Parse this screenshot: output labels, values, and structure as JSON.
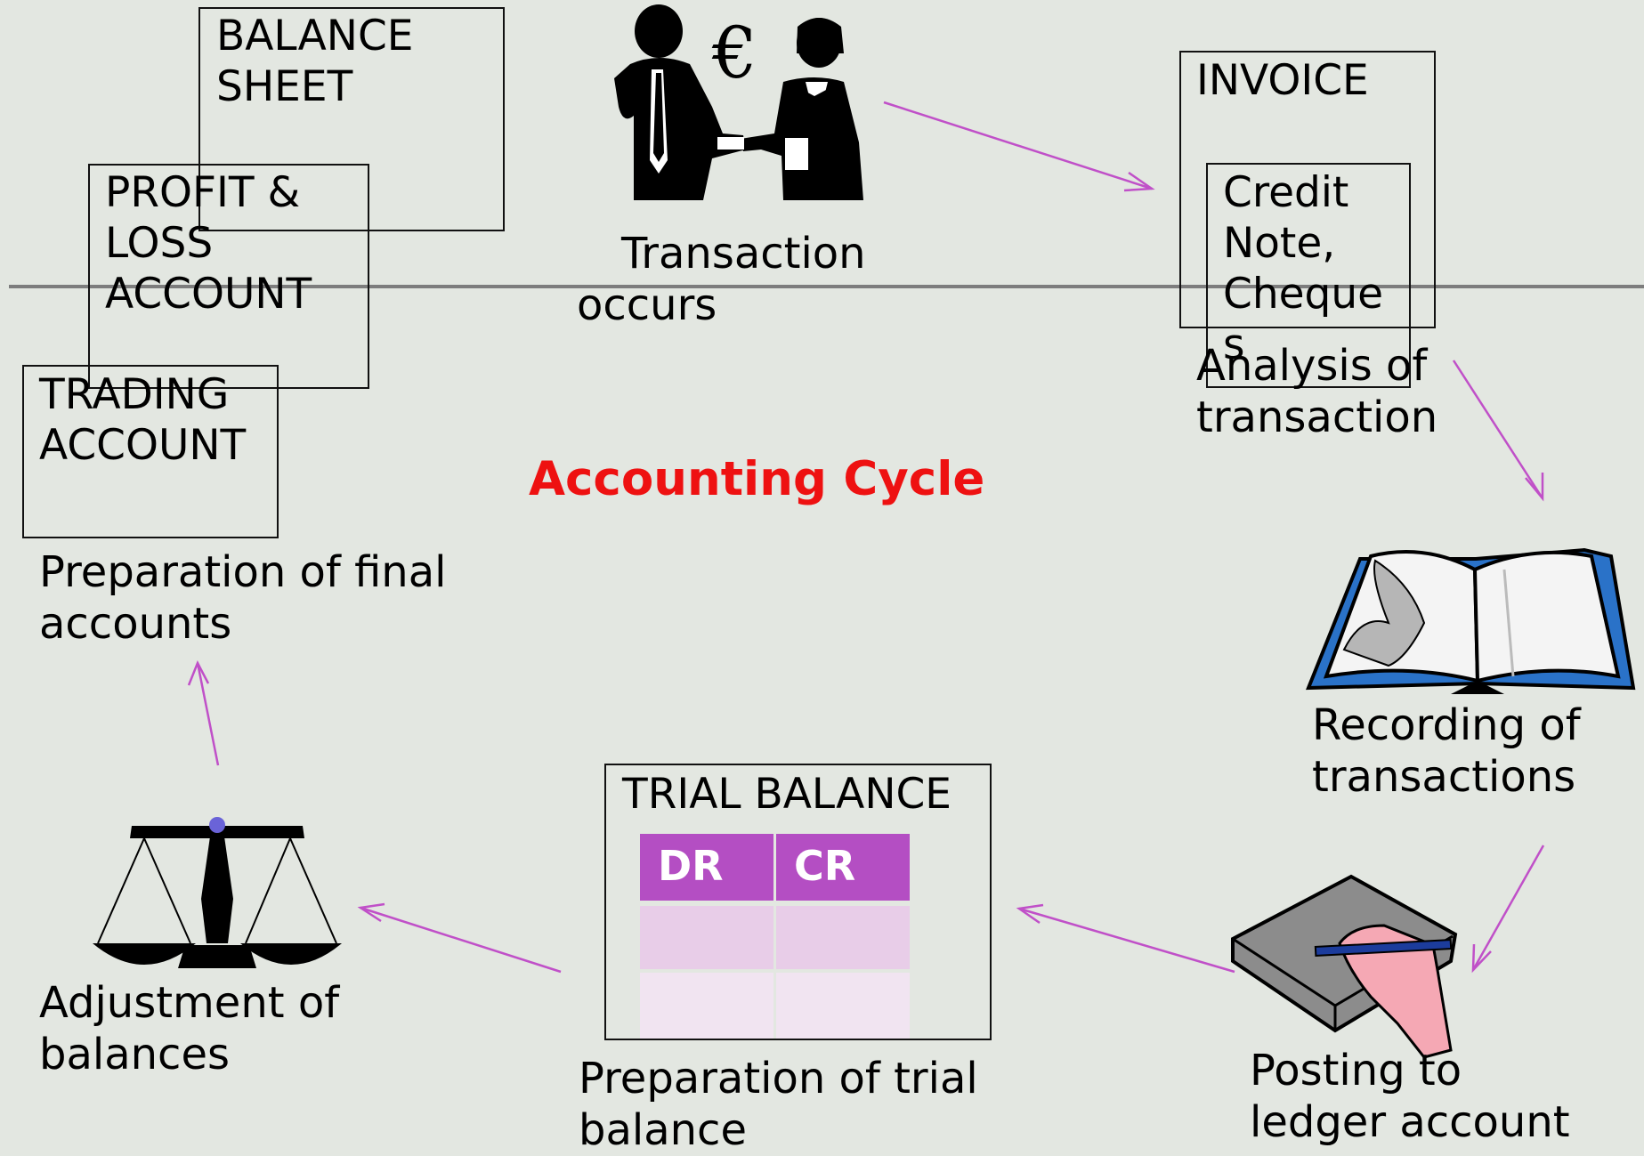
{
  "title": "Accounting Cycle",
  "colors": {
    "arrow": "#c050c8",
    "title": "#ee1111",
    "table_header": "#b44ec3",
    "table_row1": "#e8cde8",
    "table_row2": "#f1e4f1",
    "background": "#e3e7e1"
  },
  "steps": {
    "transaction": {
      "label": "Transaction\noccurs",
      "currency_symbol": "€",
      "icon": "handshake-icon"
    },
    "analysis": {
      "label": "Analysis of\ntransaction",
      "docs": [
        "INVOICE",
        "Credit\nNote,\nCheque\ns"
      ]
    },
    "recording": {
      "label": "Recording of\ntransactions",
      "icon": "book-icon"
    },
    "posting": {
      "label": "Posting to\nledger account",
      "icon": "ledger-writing-icon"
    },
    "trial_balance": {
      "label": "Preparation of trial\nbalance",
      "box_title": "TRIAL BALANCE",
      "columns": [
        "DR",
        "CR"
      ]
    },
    "adjustment": {
      "label": "Adjustment of\nbalances",
      "icon": "scales-icon"
    },
    "final_accounts": {
      "label": "Preparation of final\naccounts",
      "docs": [
        "BALANCE\nSHEET",
        "PROFIT &\nLOSS\nACCOUNT",
        "TRADING\nACCOUNT"
      ]
    }
  }
}
